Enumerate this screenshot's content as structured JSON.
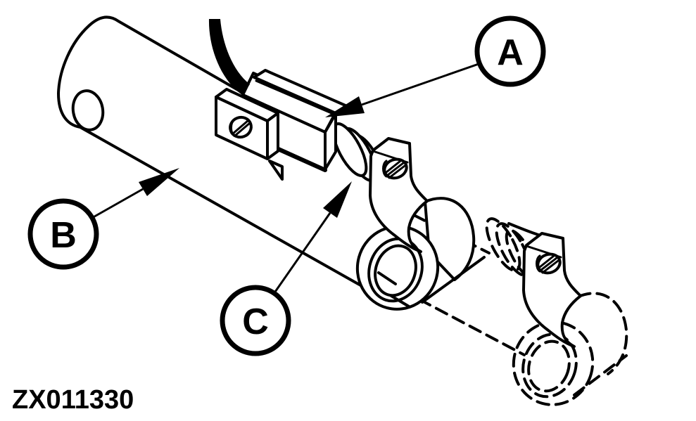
{
  "figure": {
    "code": "ZX011330"
  },
  "callouts": [
    {
      "label": "A"
    },
    {
      "label": "B"
    },
    {
      "label": "C"
    }
  ],
  "colors": {
    "ink": "#000000",
    "background": "#ffffff"
  }
}
